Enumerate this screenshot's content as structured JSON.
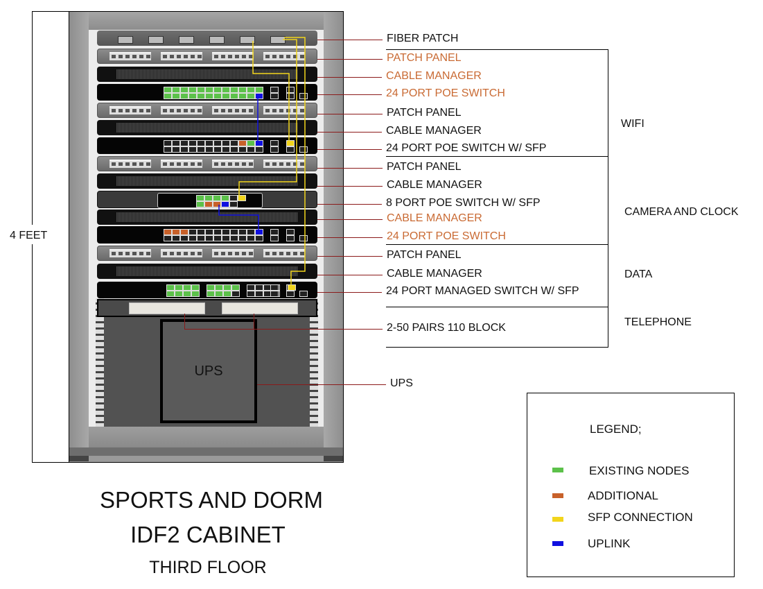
{
  "title": {
    "line1": "SPORTS AND DORM",
    "line2": "IDF2 CABINET",
    "line3": "THIRD FLOOR"
  },
  "height_label": "4 FEET",
  "ups_label": "UPS",
  "colors": {
    "existing": "#5cc14a",
    "additional": "#c8612a",
    "sfp": "#f2d51c",
    "uplink": "#1010e0",
    "orange_text": "#c96a33",
    "leader": "#8b1a1a"
  },
  "components": [
    {
      "label": "FIBER PATCH",
      "status": "existing"
    },
    {
      "label": "PATCH PANEL",
      "status": "additional"
    },
    {
      "label": "CABLE MANAGER",
      "status": "additional"
    },
    {
      "label": "24 PORT POE SWITCH",
      "status": "additional"
    },
    {
      "label": "PATCH PANEL",
      "status": "existing"
    },
    {
      "label": "CABLE MANAGER",
      "status": "existing"
    },
    {
      "label": "24 PORT POE SWITCH W/ SFP",
      "status": "existing"
    },
    {
      "label": "PATCH PANEL",
      "status": "existing"
    },
    {
      "label": "CABLE MANAGER",
      "status": "existing"
    },
    {
      "label": "8 PORT POE SWITCH W/ SFP",
      "status": "existing"
    },
    {
      "label": "CABLE MANAGER",
      "status": "additional"
    },
    {
      "label": "24 PORT POE SWITCH",
      "status": "additional"
    },
    {
      "label": "PATCH PANEL",
      "status": "existing"
    },
    {
      "label": "CABLE MANAGER",
      "status": "existing"
    },
    {
      "label": "24 PORT MANAGED SWITCH W/ SFP",
      "status": "existing"
    },
    {
      "label": "2-50 PAIRS 110 BLOCK",
      "status": "existing"
    },
    {
      "label": "UPS",
      "status": "existing"
    }
  ],
  "groups": [
    {
      "label": "WIFI"
    },
    {
      "label": "CAMERA AND CLOCK"
    },
    {
      "label": "DATA"
    },
    {
      "label": "TELEPHONE"
    }
  ],
  "legend": {
    "title": "LEGEND;",
    "items": [
      {
        "label": "EXISTING NODES",
        "color": "#5cc14a"
      },
      {
        "label": "ADDITIONAL",
        "color": "#c8612a"
      },
      {
        "label": "SFP CONNECTION",
        "color": "#f2d51c"
      },
      {
        "label": "UPLINK",
        "color": "#1010e0"
      }
    ]
  }
}
